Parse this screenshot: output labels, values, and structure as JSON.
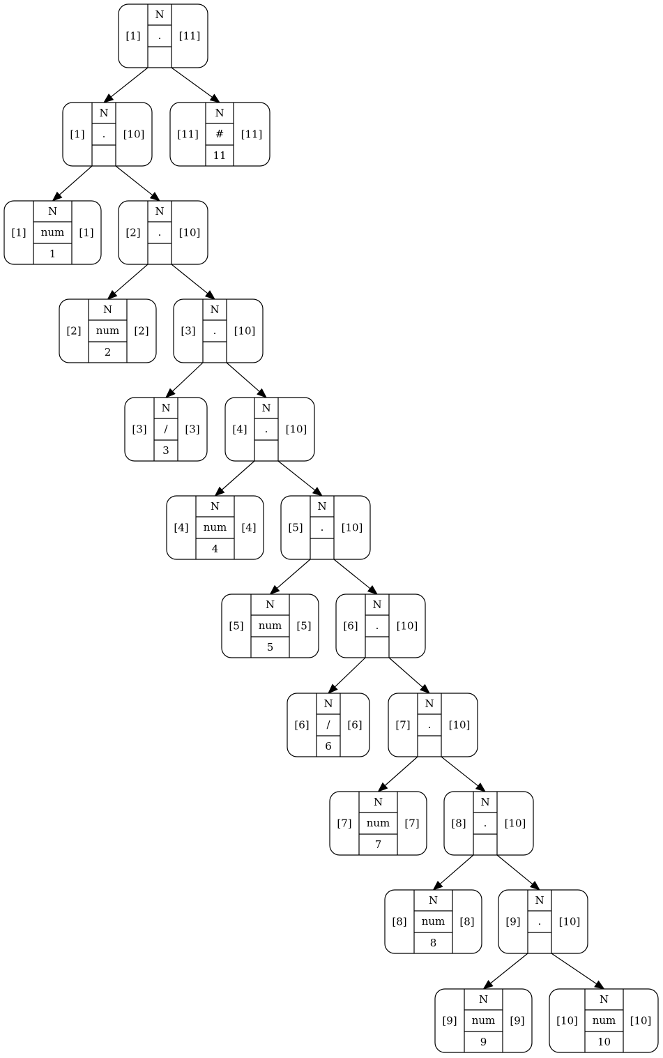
{
  "nodes": [
    {
      "id": "n0",
      "left": "[1]",
      "top": "N",
      "middle": ".",
      "bottom": "",
      "right": "[11]"
    },
    {
      "id": "n1",
      "left": "[1]",
      "top": "N",
      "middle": ".",
      "bottom": "",
      "right": "[10]"
    },
    {
      "id": "n2",
      "left": "[11]",
      "top": "N",
      "middle": "#",
      "bottom": "11",
      "right": "[11]"
    },
    {
      "id": "n3",
      "left": "[1]",
      "top": "N",
      "middle": "num",
      "bottom": "1",
      "right": "[1]"
    },
    {
      "id": "n4",
      "left": "[2]",
      "top": "N",
      "middle": ".",
      "bottom": "",
      "right": "[10]"
    },
    {
      "id": "n5",
      "left": "[2]",
      "top": "N",
      "middle": "num",
      "bottom": "2",
      "right": "[2]"
    },
    {
      "id": "n6",
      "left": "[3]",
      "top": "N",
      "middle": ".",
      "bottom": "",
      "right": "[10]"
    },
    {
      "id": "n7",
      "left": "[3]",
      "top": "N",
      "middle": "/",
      "bottom": "3",
      "right": "[3]"
    },
    {
      "id": "n8",
      "left": "[4]",
      "top": "N",
      "middle": ".",
      "bottom": "",
      "right": "[10]"
    },
    {
      "id": "n9",
      "left": "[4]",
      "top": "N",
      "middle": "num",
      "bottom": "4",
      "right": "[4]"
    },
    {
      "id": "n10",
      "left": "[5]",
      "top": "N",
      "middle": ".",
      "bottom": "",
      "right": "[10]"
    },
    {
      "id": "n11",
      "left": "[5]",
      "top": "N",
      "middle": "num",
      "bottom": "5",
      "right": "[5]"
    },
    {
      "id": "n12",
      "left": "[6]",
      "top": "N",
      "middle": ".",
      "bottom": "",
      "right": "[10]"
    },
    {
      "id": "n13",
      "left": "[6]",
      "top": "N",
      "middle": "/",
      "bottom": "6",
      "right": "[6]"
    },
    {
      "id": "n14",
      "left": "[7]",
      "top": "N",
      "middle": ".",
      "bottom": "",
      "right": "[10]"
    },
    {
      "id": "n15",
      "left": "[7]",
      "top": "N",
      "middle": "num",
      "bottom": "7",
      "right": "[7]"
    },
    {
      "id": "n16",
      "left": "[8]",
      "top": "N",
      "middle": ".",
      "bottom": "",
      "right": "[10]"
    },
    {
      "id": "n17",
      "left": "[8]",
      "top": "N",
      "middle": "num",
      "bottom": "8",
      "right": "[8]"
    },
    {
      "id": "n18",
      "left": "[9]",
      "top": "N",
      "middle": ".",
      "bottom": "",
      "right": "[10]"
    },
    {
      "id": "n19",
      "left": "[9]",
      "top": "N",
      "middle": "num",
      "bottom": "9",
      "right": "[9]"
    },
    {
      "id": "n20",
      "left": "[10]",
      "top": "N",
      "middle": "num",
      "bottom": "10",
      "right": "[10]"
    }
  ],
  "edges": [
    {
      "from": "n0",
      "to": "n1"
    },
    {
      "from": "n0",
      "to": "n2"
    },
    {
      "from": "n1",
      "to": "n3"
    },
    {
      "from": "n1",
      "to": "n4"
    },
    {
      "from": "n4",
      "to": "n5"
    },
    {
      "from": "n4",
      "to": "n6"
    },
    {
      "from": "n6",
      "to": "n7"
    },
    {
      "from": "n6",
      "to": "n8"
    },
    {
      "from": "n8",
      "to": "n9"
    },
    {
      "from": "n8",
      "to": "n10"
    },
    {
      "from": "n10",
      "to": "n11"
    },
    {
      "from": "n10",
      "to": "n12"
    },
    {
      "from": "n12",
      "to": "n13"
    },
    {
      "from": "n12",
      "to": "n14"
    },
    {
      "from": "n14",
      "to": "n15"
    },
    {
      "from": "n14",
      "to": "n16"
    },
    {
      "from": "n16",
      "to": "n17"
    },
    {
      "from": "n16",
      "to": "n18"
    },
    {
      "from": "n18",
      "to": "n19"
    },
    {
      "from": "n18",
      "to": "n20"
    }
  ]
}
